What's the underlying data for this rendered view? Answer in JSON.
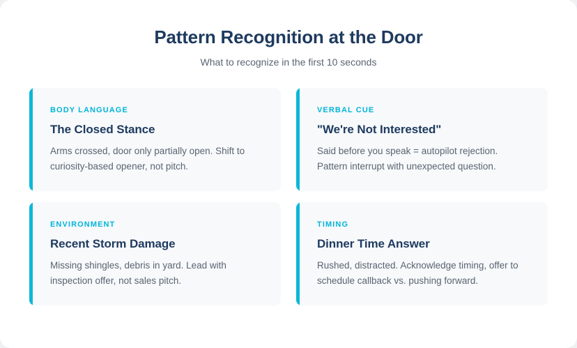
{
  "header": {
    "title": "Pattern Recognition at the Door",
    "subtitle": "What to recognize in the first 10 seconds"
  },
  "colors": {
    "accent": "#0cb8d8",
    "eyebrow": "#00b5d8",
    "title": "#1e3a5f",
    "body_text": "#5a6472",
    "card_background": "#f7f9fb",
    "page_background": "#ffffff"
  },
  "cards": [
    {
      "eyebrow": "BODY LANGUAGE",
      "title": "The Closed Stance",
      "body": "Arms crossed, door only partially open. Shift to curiosity-based opener, not pitch."
    },
    {
      "eyebrow": "VERBAL CUE",
      "title": "\"We're Not Interested\"",
      "body": "Said before you speak = autopilot rejection. Pattern interrupt with unexpected question."
    },
    {
      "eyebrow": "ENVIRONMENT",
      "title": "Recent Storm Damage",
      "body": "Missing shingles, debris in yard. Lead with inspection offer, not sales pitch."
    },
    {
      "eyebrow": "TIMING",
      "title": "Dinner Time Answer",
      "body": "Rushed, distracted. Acknowledge timing, offer to schedule callback vs. pushing forward."
    }
  ]
}
